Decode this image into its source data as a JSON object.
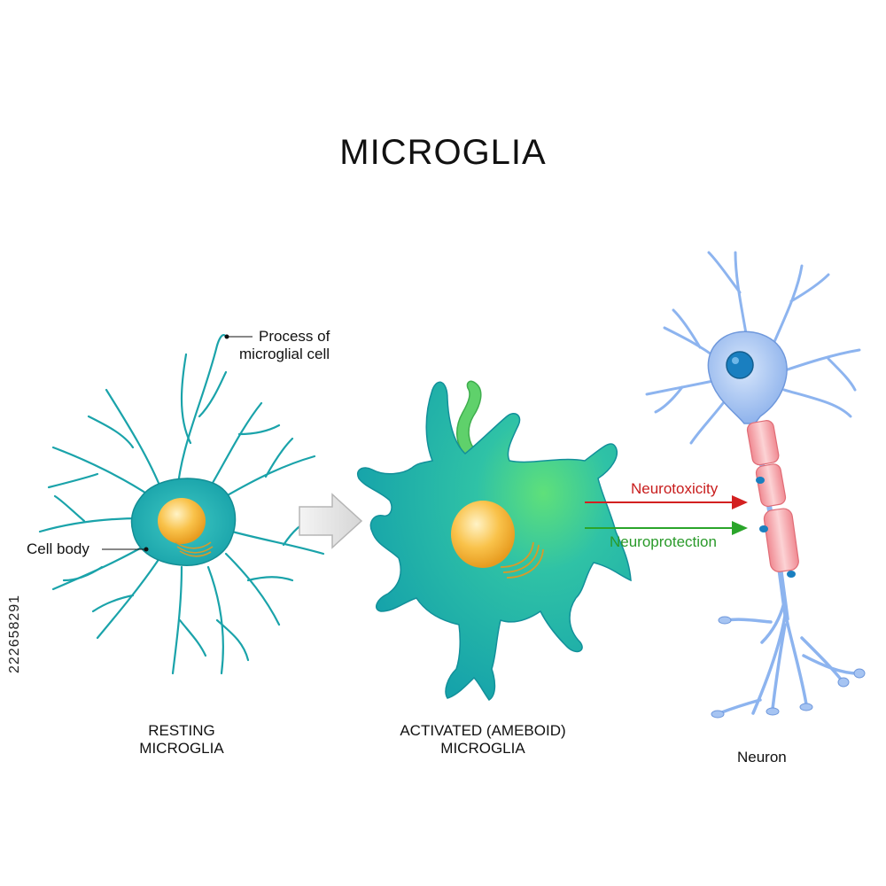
{
  "title": "MICROGLIA",
  "labels": {
    "process": "Process of microglial cell",
    "process_line1": "Process of",
    "process_line2": "microglial cell",
    "cell_body": "Cell body",
    "neurotoxicity": "Neurotoxicity",
    "neuroprotection": "Neuroprotection",
    "resting_line1": "RESTING",
    "resting_line2": "MICROGLIA",
    "activated_line1": "ACTIVATED (AMEBOID)",
    "activated_line2": "MICROGLIA",
    "neuron": "Neuron"
  },
  "stock_id": "222658291",
  "colors": {
    "cell": "#16a7ad",
    "cell_light": "#36c4c4",
    "nucleus": "#f7b733",
    "neuron": "#8db4ef",
    "neuron_nucleus": "#1a7fc0",
    "myelin": "#f5a3a8",
    "bacterium": "#5fd16b",
    "neurotoxicity": "#d32020",
    "neuroprotection": "#2aa52a"
  }
}
